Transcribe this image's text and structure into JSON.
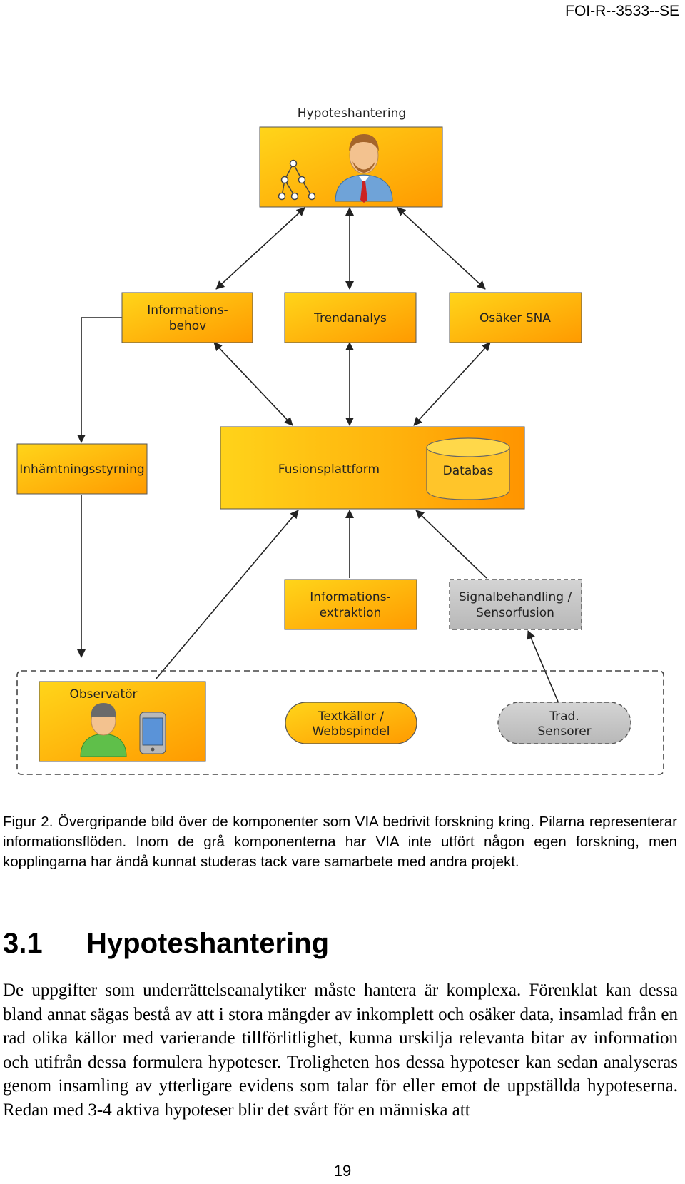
{
  "header": {
    "report_id": "FOI-R--3533--SE"
  },
  "figure": {
    "nodes": {
      "hypotes_title": "Hypoteshantering",
      "informationsbehov": [
        "Informations-",
        "behov"
      ],
      "trendanalys": "Trendanalys",
      "osaker_sna": "Osäker SNA",
      "inhamtningsstyrning": "Inhämtningsstyrning",
      "fusionsplattform": "Fusionsplattform",
      "databas": "Databas",
      "informationsextraktion": [
        "Informations-",
        "extraktion"
      ],
      "signalbehandling": [
        "Signalbehandling /",
        "Sensorfusion"
      ],
      "observator": "Observatör",
      "textkallor": [
        "Textkällor /",
        "Webbspindel"
      ],
      "trad_sensorer": [
        "Trad.",
        "Sensorer"
      ]
    },
    "colors": {
      "orange_light": "#ffd51a",
      "orange_dark": "#ff9a00",
      "gray_fill": "#c8c8c8",
      "border": "#555555"
    },
    "caption": "Figur 2. Övergripande bild över de komponenter som VIA bedrivit forskning kring. Pilarna representerar informationsflöden. Inom de grå komponenterna har VIA inte utfört någon egen forskning, men kopplingarna har ändå kunnat studeras tack vare samarbete med andra projekt."
  },
  "section": {
    "number": "3.1",
    "title": "Hypoteshantering",
    "body": "De uppgifter som underrättelseanalytiker måste hantera är komplexa. Förenklat kan dessa bland annat sägas bestå av att i stora mängder av inkomplett och osäker data, insamlad från en rad olika källor med varierande tillförlitlighet, kunna urskilja relevanta bitar av information och utifrån dessa formulera hypoteser. Troligheten hos dessa hypoteser kan sedan analyseras genom insamling av ytterligare evidens som talar för eller emot de uppställda hypoteserna. Redan med 3-4 aktiva hypoteser blir det svårt för en människa att"
  },
  "page_number": "19"
}
